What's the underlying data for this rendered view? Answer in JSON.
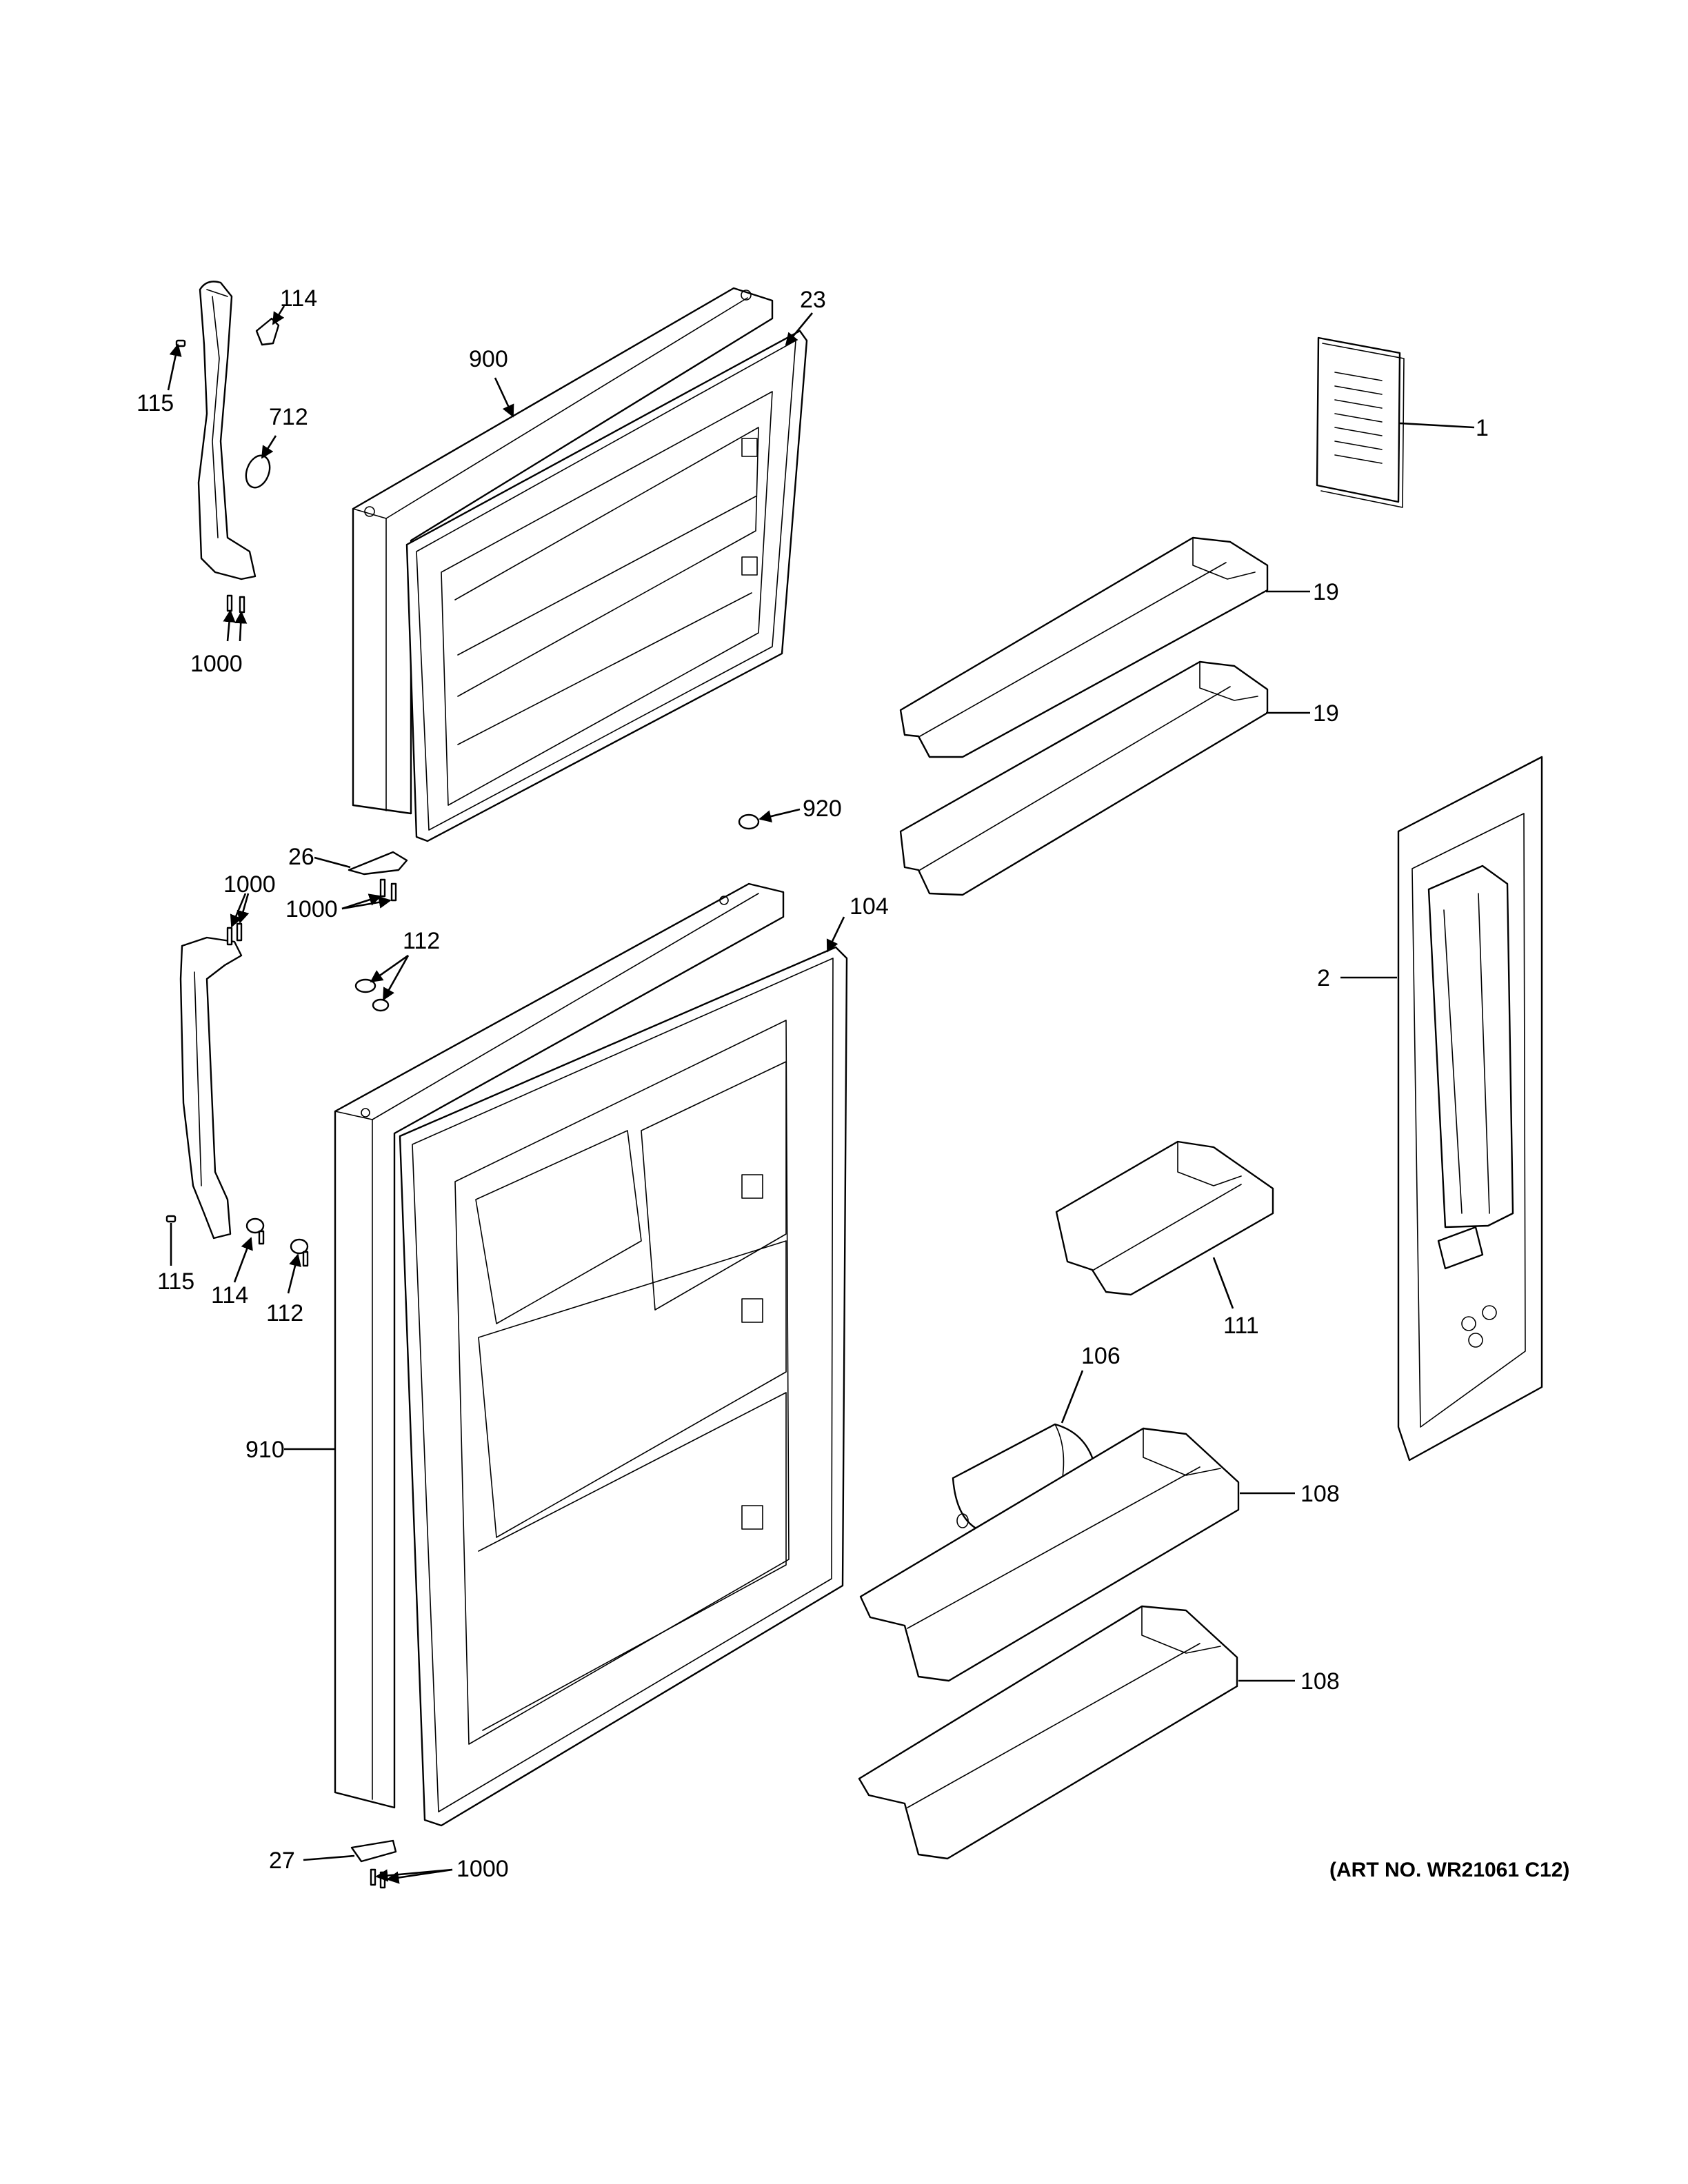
{
  "art_number": "(ART NO. WR21061 C12)",
  "callouts": {
    "c114_top": "114",
    "c115_top": "115",
    "c712": "712",
    "c1000_top": "1000",
    "c900": "900",
    "c23": "23",
    "c1": "1",
    "c19_a": "19",
    "c19_b": "19",
    "c920": "920",
    "c26": "26",
    "c1000_hinge": "1000",
    "c1000_handle": "1000",
    "c112_pair": "112",
    "c104": "104",
    "c2": "2",
    "c115_bot": "115",
    "c114_bot": "114",
    "c112_single": "112",
    "c111": "111",
    "c106": "106",
    "c910": "910",
    "c108_a": "108",
    "c108_b": "108",
    "c27": "27",
    "c1000_bot": "1000"
  }
}
